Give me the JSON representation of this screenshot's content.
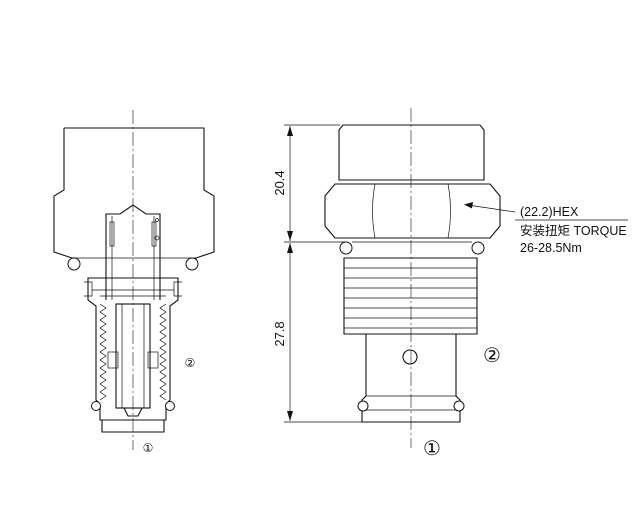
{
  "dimensions": {
    "upper": "20.4",
    "lower": "27.8"
  },
  "callout": {
    "hex": "(22.2)HEX",
    "torque": "安装扭矩 TORQUE",
    "torque_value": "26-28.5Nm"
  },
  "ports": {
    "port1": "①",
    "port2": "②"
  }
}
